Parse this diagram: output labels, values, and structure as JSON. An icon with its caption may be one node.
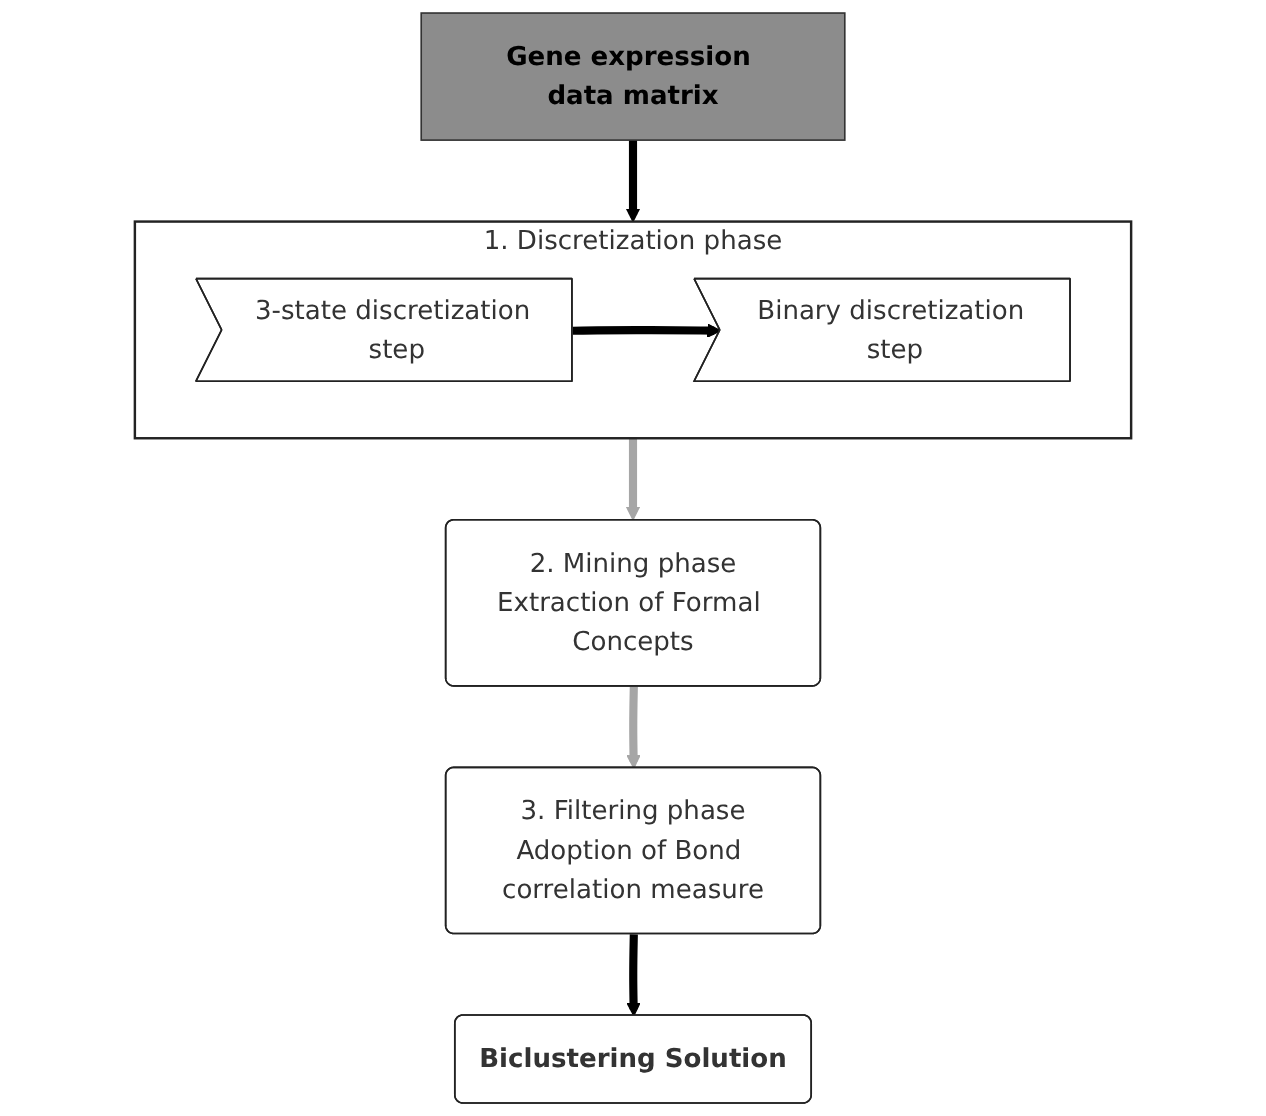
{
  "diagram": {
    "nodes": [
      {
        "text": [
          "Gene expression data matrix"
        ]
      },
      {
        "text": [
          "1. Discretization phase"
        ]
      },
      {
        "text": [
          "3-state discretization step"
        ],
        "in": 1
      },
      {
        "text": [
          "Binary discretization step"
        ],
        "in": 1
      },
      {
        "text": [
          "2. Mining phase",
          "Extraction of Formal Concepts"
        ]
      },
      {
        "text": [
          "3. Filtering phase",
          "Adoption of Bond correlation measure"
        ]
      },
      {
        "text": [
          "Biclustering Solution"
        ]
      }
    ],
    "edges": [
      {
        "from": 0,
        "to": 1,
        "arrow": "to"
      },
      {
        "from": 2,
        "to": 3,
        "arrow": "to"
      },
      {
        "from": 1,
        "to": 4,
        "arrow": "to",
        "color": "#a6a6a6"
      },
      {
        "from": 4,
        "to": 5,
        "arrow": "to",
        "color": "#a6a6a6"
      },
      {
        "from": 5,
        "to": 6,
        "arrow": "to"
      }
    ]
  }
}
